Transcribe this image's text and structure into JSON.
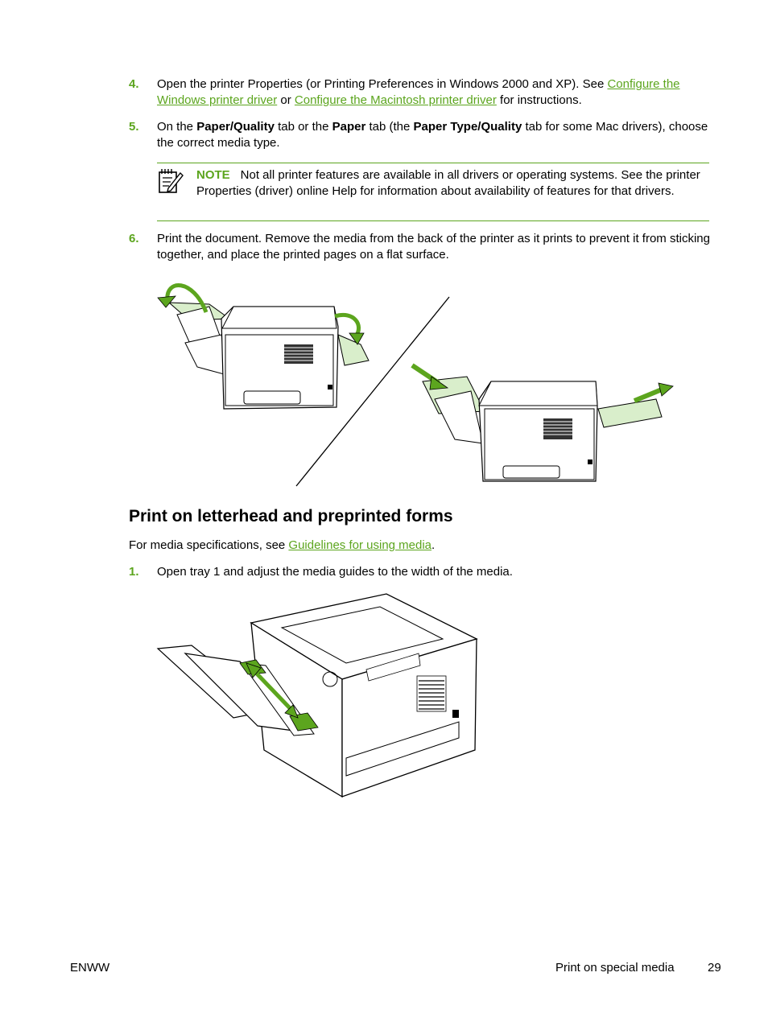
{
  "steps": {
    "s4": {
      "num": "4.",
      "pre": "Open the printer Properties (or Printing Preferences in Windows 2000 and XP). See ",
      "link1": "Configure the Windows printer driver",
      "mid": " or ",
      "link2": "Configure the Macintosh printer driver",
      "post": " for instructions."
    },
    "s5": {
      "num": "5.",
      "t1": "On the ",
      "b1": "Paper/Quality",
      "t2": " tab or the ",
      "b2": "Paper",
      "t3": " tab (the ",
      "b3": "Paper Type/Quality",
      "t4": " tab for some Mac drivers), choose the correct media type."
    },
    "s6": {
      "num": "6.",
      "text": "Print the document. Remove the media from the back of the printer as it prints to prevent it from sticking together, and place the printed pages on a flat surface."
    },
    "s1": {
      "num": "1.",
      "text": "Open tray 1 and adjust the media guides to the width of the media."
    }
  },
  "note": {
    "label": "NOTE",
    "text": "Not all printer features are available in all drivers or operating systems. See the printer Properties (driver) online Help for information about availability of features for that drivers."
  },
  "section": {
    "heading": "Print on letterhead and preprinted forms",
    "intro_pre": "For media specifications, see ",
    "intro_link": "Guidelines for using media",
    "intro_post": "."
  },
  "footer": {
    "left": "ENWW",
    "section": "Print on special media",
    "page": "29"
  },
  "colors": {
    "accent": "#5ca51e",
    "paper_fill": "#d9eecb"
  },
  "icons": {
    "note": "note-pad-icon"
  }
}
